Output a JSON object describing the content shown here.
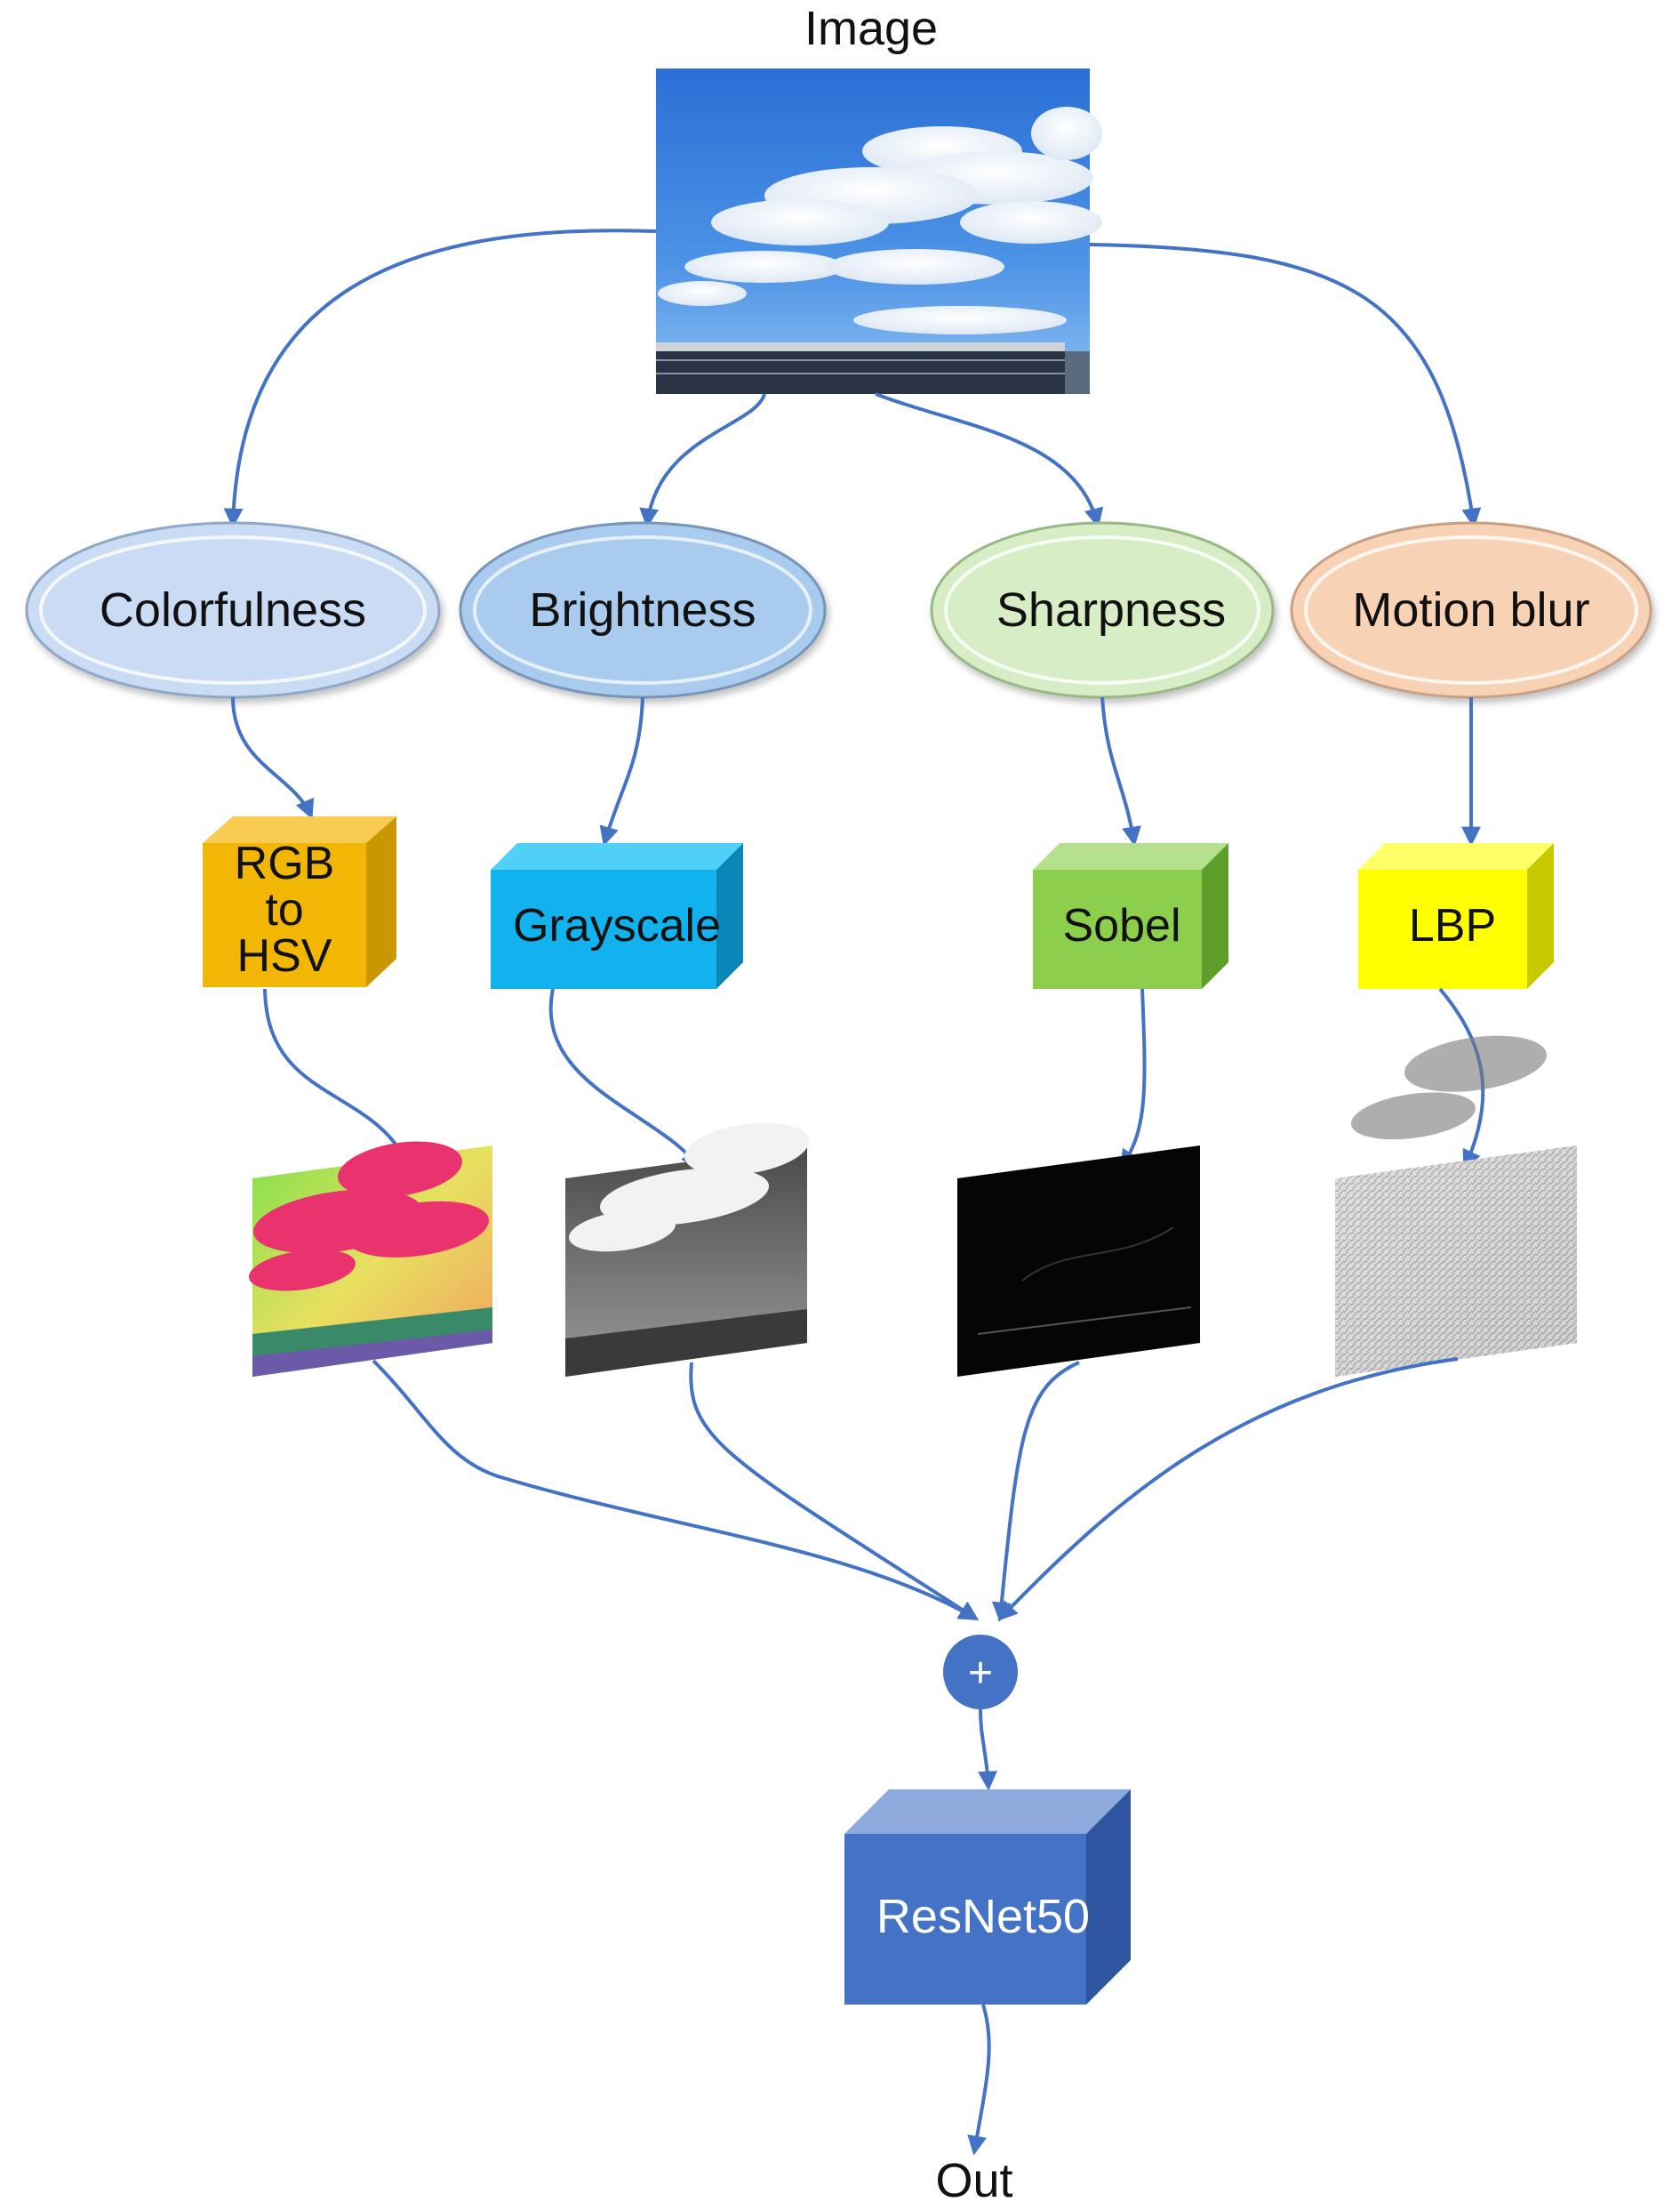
{
  "diagram": {
    "input_label": "Image",
    "output_label": "Out",
    "features": [
      {
        "name": "Colorfulness",
        "method": [
          "RGB",
          "to",
          "HSV"
        ],
        "color": "#C9DCF3",
        "method_color": "#F2B705"
      },
      {
        "name": "Brightness",
        "method": [
          "Grayscale"
        ],
        "color": "#A9CBEE",
        "method_color": "#12B2EE"
      },
      {
        "name": "Sharpness",
        "method": [
          "Sobel"
        ],
        "color": "#D7EDC5",
        "method_color": "#8CCF4D"
      },
      {
        "name": "Motion blur",
        "method": [
          "LBP"
        ],
        "color": "#F8D2B5",
        "method_color": "#FFFF00"
      }
    ],
    "combine_symbol": "+",
    "model": "ResNet50",
    "model_color": "#4472C4",
    "arrow_color": "#4472C4"
  }
}
